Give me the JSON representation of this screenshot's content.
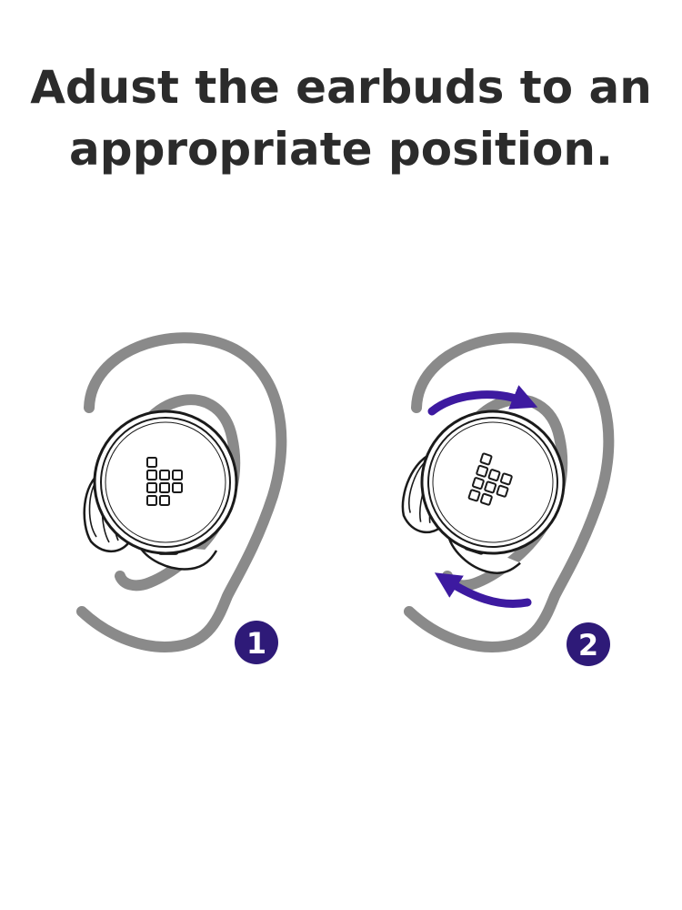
{
  "headline": {
    "line1": "Adust the earbuds to an",
    "line2": "appropriate position."
  },
  "steps": [
    {
      "number": "1",
      "rotated": false
    },
    {
      "number": "2",
      "rotated": true
    }
  ],
  "colors": {
    "text": "#2b2b2b",
    "ear_outline": "#8a8a8a",
    "accent": "#2e1a78",
    "arrow": "#3d1aa0",
    "earbud_line": "#1a1a1a"
  },
  "icons": [
    "ear-outline-icon",
    "earbud-icon",
    "rotate-arrow-icon",
    "step-badge-icon"
  ]
}
